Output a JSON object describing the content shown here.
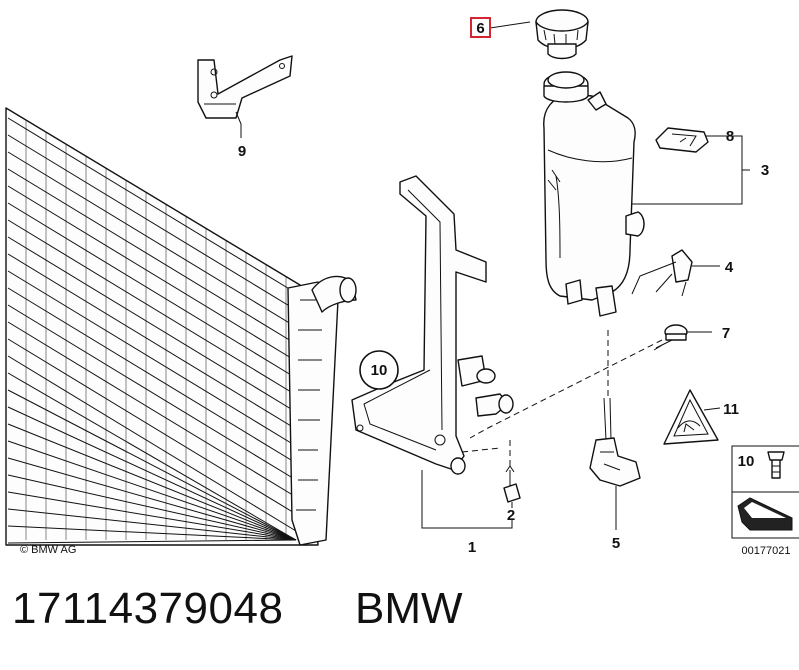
{
  "diagram": {
    "copyright": "© BMW AG",
    "image_number": "00177021",
    "callouts": [
      "1",
      "2",
      "3",
      "4",
      "5",
      "6",
      "7",
      "8",
      "9",
      "10",
      "11"
    ],
    "legend_number": "10"
  },
  "footer": {
    "part_number": "17114379048",
    "brand": "BMW"
  },
  "colors": {
    "highlight_box": "#d22630",
    "ink": "#111111"
  }
}
